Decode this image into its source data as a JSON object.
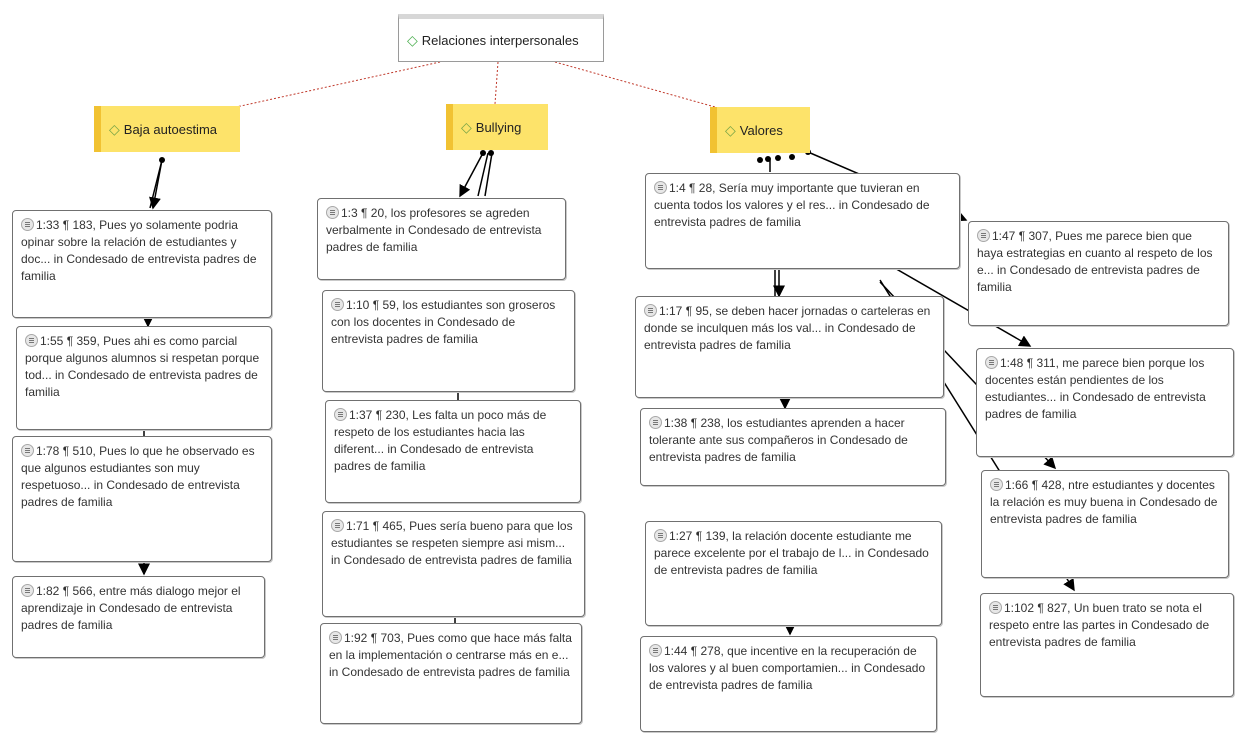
{
  "root": {
    "label": "Relaciones interpersonales"
  },
  "codes": [
    {
      "label": "Baja autoestima"
    },
    {
      "label": "Bullying"
    },
    {
      "label": "Valores"
    }
  ],
  "quotations": {
    "baja": [
      "1:33 ¶ 183, Pues yo solamente podria opinar sobre la relación de estudiantes y doc... in Condesado de entrevista padres de familia",
      "1:55 ¶ 359, Pues ahi es como parcial porque algunos alumnos si respetan porque tod... in Condesado de entrevista padres de familia",
      "1:78 ¶ 510, Pues lo que he observado es que algunos estudiantes son muy respetuoso... in Condesado de entrevista padres de familia",
      "1:82 ¶ 566, entre más dialogo mejor el aprendizaje in Condesado de entrevista padres de familia"
    ],
    "bullying": [
      "1:3 ¶ 20, los profesores se agreden verbalmente in Condesado de entrevista padres de familia",
      "1:10 ¶ 59, los estudiantes son groseros con los docentes in Condesado de entrevista padres de familia",
      "1:37 ¶ 230, Les falta un poco más de respeto de los estudiantes hacia las diferent... in Condesado de entrevista padres de familia",
      "1:71 ¶ 465, Pues sería bueno para que los estudiantes se respeten siempre asi mism... in Condesado de entrevista padres de familia",
      "1:92 ¶ 703, Pues como que hace más falta en la implementación o centrarse más en e... in Condesado de entrevista padres de familia"
    ],
    "valores_center": [
      "1:4 ¶ 28, Sería muy importante que tuvieran en cuenta todos los valores y el res... in Condesado de entrevista padres de familia",
      "1:17 ¶ 95, se deben hacer jornadas o carteleras en donde se inculquen más los val... in Condesado de entrevista padres de familia",
      "1:38 ¶ 238, los estudiantes aprenden a hacer tolerante ante sus compañeros in Condesado de entrevista padres de familia",
      "1:27 ¶ 139, la relación docente estudiante me parece excelente por el trabajo de l... in Condesado de entrevista padres de familia",
      "1:44 ¶ 278, que incentive en la recuperación de los valores y al buen comportamien... in Condesado de entrevista padres de familia"
    ],
    "valores_right": [
      "1:47 ¶ 307, Pues me parece bien que haya estrategias en cuanto al respeto de los e... in Condesado de entrevista padres de familia",
      "1:48 ¶ 311, me parece bien porque los docentes están pendientes de los estudiantes... in Condesado de entrevista padres de familia",
      "1:66 ¶ 428, ntre estudiantes y docentes la relación es muy buena in Condesado de entrevista padres de familia",
      "1:102 ¶ 827, Un buen trato se nota el respeto entre las partes in Condesado de entrevista padres de familia"
    ]
  },
  "colors": {
    "code_fill": "#fde36a",
    "code_edge": "#f1c232",
    "root_link": "#c0392b",
    "arrow": "#000000"
  }
}
